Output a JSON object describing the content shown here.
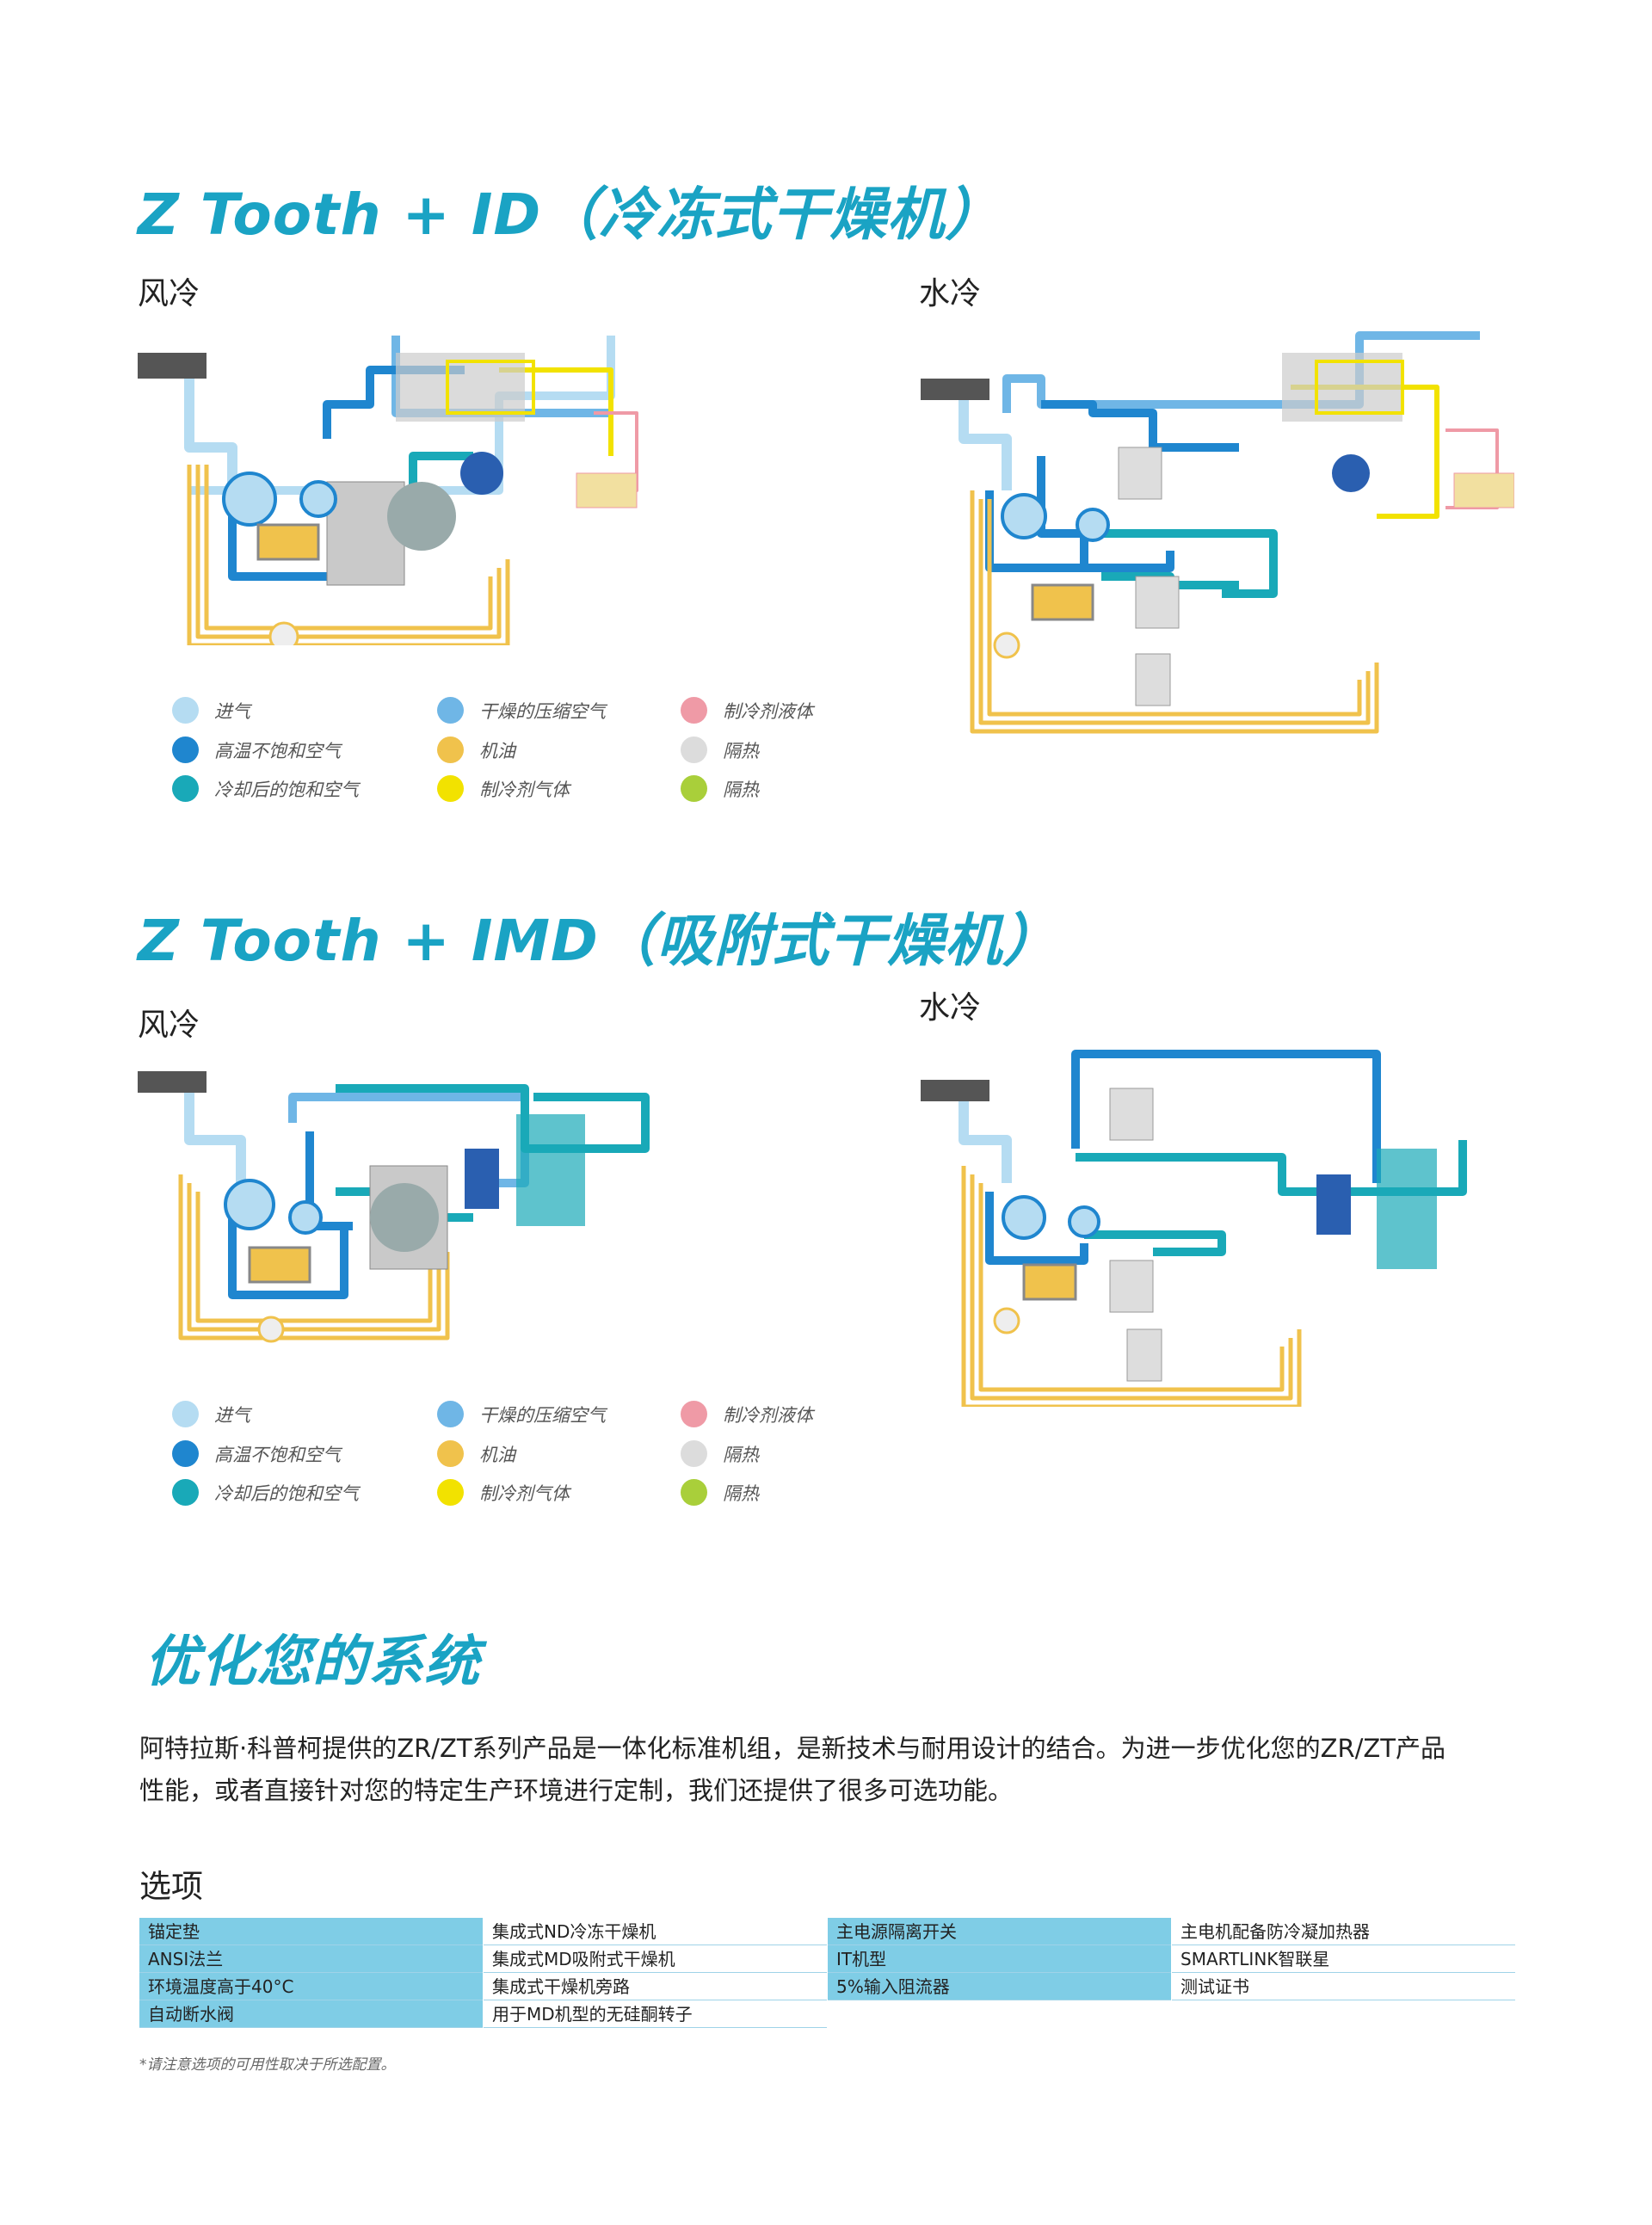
{
  "section1": {
    "title": "Z Tooth + ID（冷冻式干燥机）",
    "air_label": "风冷",
    "water_label": "水冷"
  },
  "section2": {
    "title": "Z Tooth + IMD（吸附式干燥机）",
    "air_label": "风冷",
    "water_label": "水冷"
  },
  "legend": [
    {
      "label": "进气",
      "color": "#b5dcf2"
    },
    {
      "label": "高温不饱和空气",
      "color": "#1f86cf"
    },
    {
      "label": "冷却后的饱和空气",
      "color": "#19a9b8"
    },
    {
      "label": "干燥的压缩空气",
      "color": "#6fb6e6"
    },
    {
      "label": "机油",
      "color": "#f0c24c"
    },
    {
      "label": "制冷剂气体",
      "color": "#f2e200"
    },
    {
      "label": "制冷剂液体",
      "color": "#ef9aa6"
    },
    {
      "label": "隔热",
      "color": "#dcdcdc"
    },
    {
      "label": "隔热",
      "color": "#a9cf3a"
    }
  ],
  "optimize": {
    "title": "优化您的系统",
    "line1": "阿特拉斯·科普柯提供的ZR/ZT系列产品是一体化标准机组，是新技术与耐用设计的结合。为进一步优化您的ZR/ZT产品",
    "line2": "性能，或者直接针对您的特定生产环境进行定制，我们还提供了很多可选功能。"
  },
  "options": {
    "title": "选项",
    "columns": [
      [
        "锚定垫",
        "ANSI法兰",
        "环境温度高于40°C",
        "自动断水阀"
      ],
      [
        "集成式ND冷冻干燥机",
        "集成式MD吸附式干燥机",
        "集成式干燥机旁路",
        "用于MD机型的无硅酮转子"
      ],
      [
        "主电源隔离开关",
        "IT机型",
        "5%输入阻流器"
      ],
      [
        "主电机配备防冷凝加热器",
        "SMARTLINK智联星",
        "测试证书"
      ]
    ],
    "note": "*请注意选项的可用性取决于所选配置。"
  },
  "colors": {
    "accent": "#1aa3c4",
    "shade": "#7fcde6"
  }
}
